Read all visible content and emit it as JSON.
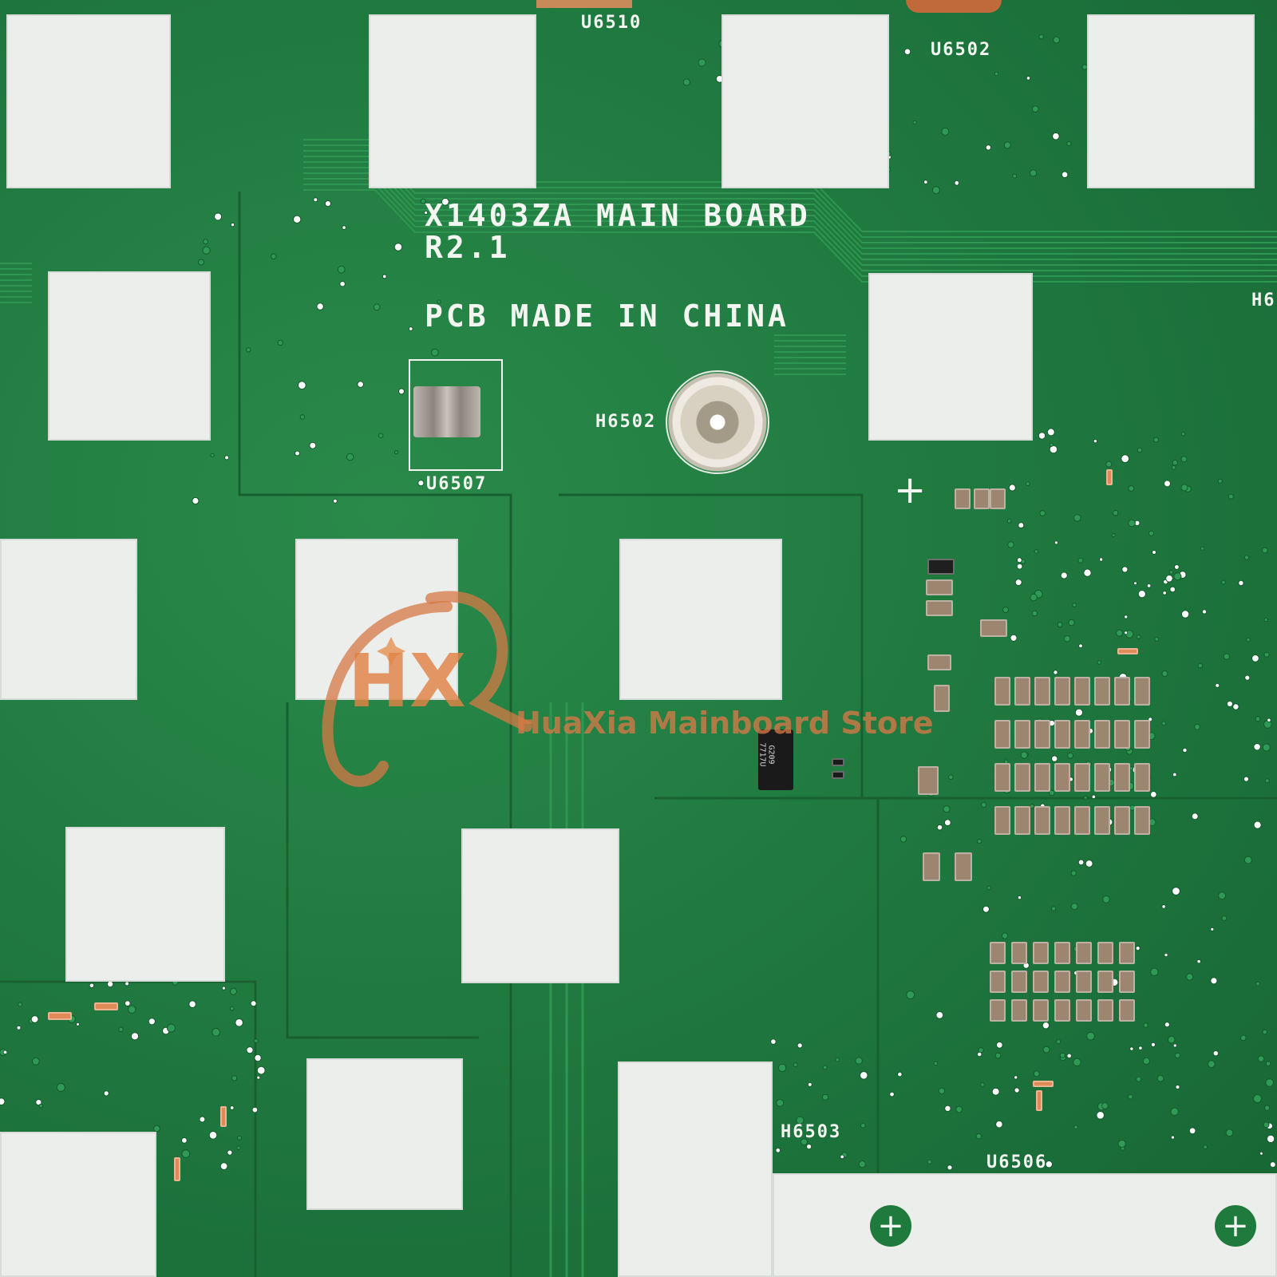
{
  "board": {
    "model": "X1403ZA MAIN BOARD",
    "revision": "R2.1",
    "origin": "PCB MADE IN CHINA"
  },
  "labels": {
    "u6510": "U6510",
    "u6502": "U6502",
    "u6507": "U6507",
    "h6502": "H6502",
    "h6503": "H6503",
    "u6506": "U6506",
    "h6_edge": "H6",
    "ic_mark_1": "7717U",
    "ic_mark_2": "G209"
  },
  "watermark": {
    "logo_letters": "HX",
    "text": "HuaXia Mainboard Store"
  },
  "colors": {
    "pcb_green": "#207a40",
    "pad_white": "#eceeec",
    "silkscreen": "#f2f5f0",
    "watermark": "#d6784a"
  }
}
